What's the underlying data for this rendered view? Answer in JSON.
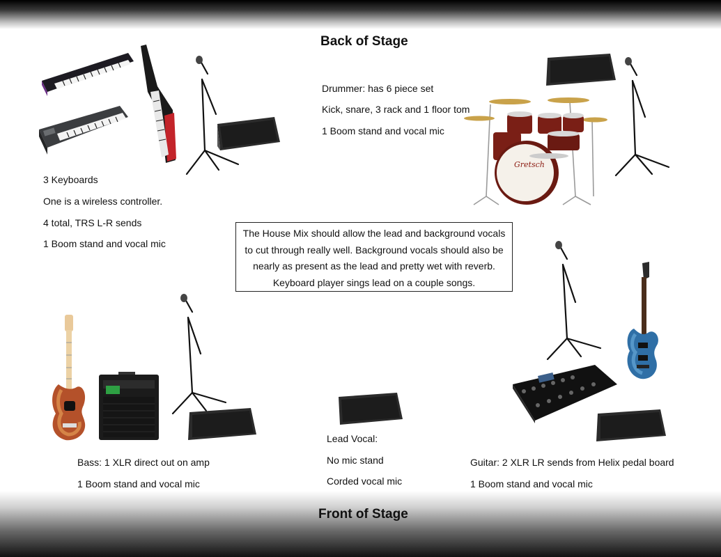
{
  "header": {
    "title": "Back of Stage"
  },
  "footer": {
    "title": "Front of Stage"
  },
  "keyboards": {
    "lines": [
      "3 Keyboards",
      "One is a wireless controller.",
      "4 total, TRS  L-R sends",
      "1 Boom stand and vocal mic"
    ]
  },
  "drums": {
    "lines": [
      "Drummer: has 6 piece set",
      "Kick, snare, 3 rack and 1 floor tom",
      "1 Boom stand and vocal mic"
    ],
    "kick_logo": "Gretsch"
  },
  "note": {
    "lines": [
      "The House Mix should allow the lead and background vocals",
      "to cut through really well. Background vocals should also be",
      "nearly as present as the lead and pretty wet with reverb.",
      "Keyboard player sings lead on a couple songs."
    ]
  },
  "bass": {
    "lines": [
      "Bass: 1 XLR direct out on amp",
      "1 Boom stand and vocal mic"
    ]
  },
  "lead_vocal": {
    "lines": [
      "Lead Vocal:",
      "No mic stand",
      "Corded vocal mic"
    ]
  },
  "guitar": {
    "lines": [
      "Guitar: 2 XLR LR sends from Helix pedal board",
      "1 Boom stand and vocal mic"
    ]
  },
  "colors": {
    "monitor": "#2b2b2b",
    "drum_shell": "#7a1f16",
    "bass_body": "#b4512a",
    "guitar_body": "#2f6fa6"
  }
}
